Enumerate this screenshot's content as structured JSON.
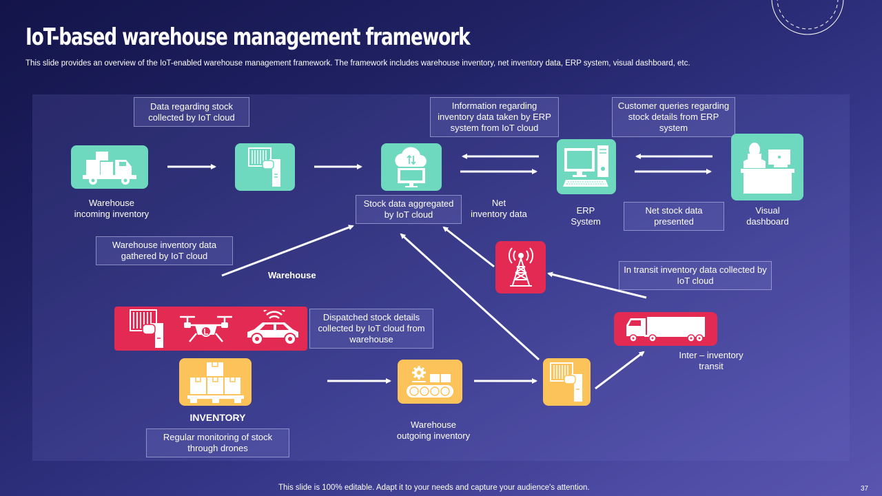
{
  "slide": {
    "title": "IoT-based warehouse management framework",
    "subtitle": "This slide provides an overview of the IoT-enabled warehouse management framework. The framework includes warehouse inventory, net inventory data, ERP system, visual dashboard, etc.",
    "footer": "This slide is 100% editable. Adapt it to your needs and capture your audience's attention.",
    "page_number": "37"
  },
  "colors": {
    "teal": "#6ed9bf",
    "red": "#e32a52",
    "yellow": "#fcc35a",
    "background_dark": "#131449",
    "background_light": "#5a56b0"
  },
  "nodes": {
    "incoming": {
      "icon": "delivery-truck-icon",
      "label": "Warehouse\nincoming inventory"
    },
    "scanner_top": {
      "icon": "barcode-scanner-icon"
    },
    "cloud": {
      "icon": "cloud-computer-icon",
      "label": "Stock data aggregated by IoT cloud"
    },
    "net_inventory": {
      "label": "Net\ninventory data"
    },
    "erp": {
      "icon": "desktop-computer-icon",
      "label": "ERP\nSystem"
    },
    "dashboard": {
      "icon": "person-at-desk-icon",
      "label": "Visual\ndashboard"
    },
    "tower": {
      "icon": "signal-tower-icon"
    },
    "warehouse_devices": {
      "icons": [
        "barcode-scanner-icon",
        "drone-icon",
        "connected-car-icon"
      ]
    },
    "warehouse_label": "Warehouse",
    "inventory": {
      "icon": "boxes-on-pallet-icon",
      "label": "INVENTORY"
    },
    "outgoing": {
      "icon": "conveyor-belt-icon",
      "label": "Warehouse\noutgoing inventory"
    },
    "scanner_bottom": {
      "icon": "barcode-scanner-icon"
    },
    "transit": {
      "icon": "semi-truck-icon",
      "label": "Inter – inventory\ntransit"
    }
  },
  "callouts": {
    "stock_collected": "Data regarding stock collected by IoT cloud",
    "erp_info": "Information regarding inventory data taken by ERP system from IoT cloud",
    "customer_queries": "Customer queries regarding stock details from ERP system",
    "net_stock": "Net stock data presented",
    "warehouse_gathered": "Warehouse inventory data gathered by IoT cloud",
    "in_transit": "In transit inventory data collected by IoT cloud",
    "dispatched": "Dispatched stock details collected by IoT cloud from warehouse",
    "drones": "Regular monitoring of stock through drones"
  }
}
